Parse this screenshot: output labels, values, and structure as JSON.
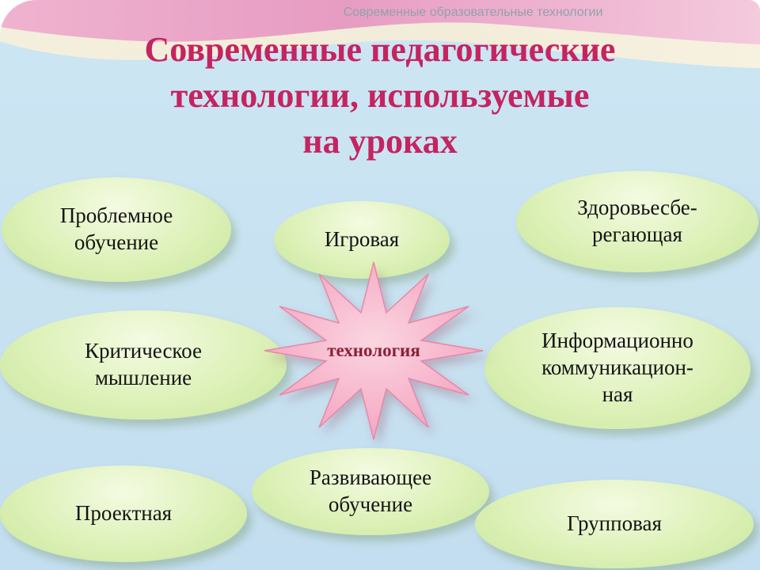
{
  "slide": {
    "watermark": "Современные образовательные технологии",
    "title": "Современные педагогические\nтехнологии,  используемые\nна уроках",
    "center_star": {
      "label": "технология"
    },
    "ellipses": [
      {
        "key": "problem-learning",
        "label": "Проблемное\nобучение"
      },
      {
        "key": "game",
        "label": "Игровая"
      },
      {
        "key": "health-saving",
        "label": "Здоровьесбе-\nрегающая"
      },
      {
        "key": "critical-thinking",
        "label": "Критическое\nмышление"
      },
      {
        "key": "ict",
        "label": "Информационно\nкоммуникацион-\nная"
      },
      {
        "key": "project",
        "label": "Проектная"
      },
      {
        "key": "developmental-learning",
        "label": "Развивающее\nобучение"
      },
      {
        "key": "group",
        "label": "Групповая"
      }
    ],
    "colors": {
      "background": "#c9e2f1",
      "title": "#c42460",
      "ellipse_fill": "#ddf1b8",
      "star_fill": "#f6aec6",
      "star_label": "#8b2138",
      "watermark": "#92a0ac",
      "band_pink": "#e79cc2",
      "band_cream": "#f2ecd9"
    }
  }
}
